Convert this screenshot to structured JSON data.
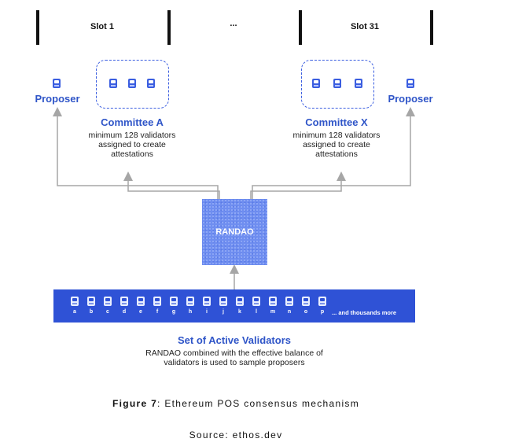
{
  "slots": {
    "first": "Slot 1",
    "ellipsis": "...",
    "last": "Slot 31"
  },
  "proposer_left": {
    "label": "Proposer"
  },
  "proposer_right": {
    "label": "Proposer"
  },
  "committee_a": {
    "title": "Committee A",
    "desc_lines": [
      "minimum 128 validators",
      "assigned to create",
      "attestations"
    ]
  },
  "committee_x": {
    "title": "Committee X",
    "desc_lines": [
      "minimum 128 validators",
      "assigned to create",
      "attestations"
    ]
  },
  "randao": {
    "label": "RANDAO"
  },
  "validators": {
    "letters": [
      "a",
      "b",
      "c",
      "d",
      "e",
      "f",
      "g",
      "h",
      "i",
      "j",
      "k",
      "l",
      "m",
      "n",
      "o",
      "p"
    ],
    "more": "... and thousands more"
  },
  "active_set": {
    "title": "Set of Active Validators",
    "desc_lines": [
      "RANDAO combined with the effective balance of",
      "validators is used to sample proposers"
    ]
  },
  "caption": {
    "figure_bold": "Figure 7",
    "figure_rest": ": Ethereum POS consensus mechanism",
    "source": "Source: ethos.dev"
  },
  "colors": {
    "accent_blue": "#2f55c8",
    "bar_blue": "#2f52d6",
    "randao_blue": "#6f8ef0",
    "arrow_gray": "#a6a6a6"
  }
}
